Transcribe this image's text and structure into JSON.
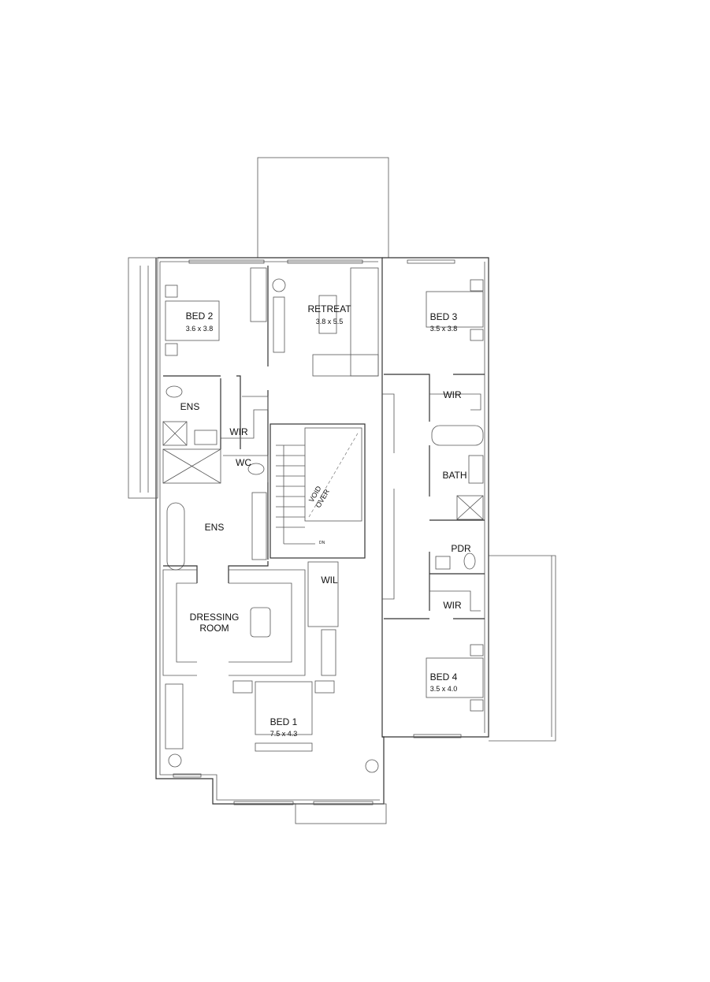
{
  "plan": {
    "rooms": [
      {
        "id": "bed2",
        "name": "BED 2",
        "size": "3.6 x 3.8"
      },
      {
        "id": "retreat",
        "name": "RETREAT",
        "size": "3.8 x 5.5"
      },
      {
        "id": "bed3",
        "name": "BED 3",
        "size": "3.5 x 3.8"
      },
      {
        "id": "bed4",
        "name": "BED 4",
        "size": "3.5 x 4.0"
      },
      {
        "id": "bed1",
        "name": "BED 1",
        "size": "7.5 x 4.3"
      }
    ],
    "labels": {
      "ens_small": "ENS",
      "wir_bed2": "WIR",
      "wc": "WC",
      "ens_main": "ENS",
      "wir_bed3": "WIR",
      "bath": "BATH",
      "pdr": "PDR",
      "wir_bed4": "WIR",
      "wil": "WIL",
      "dressing_1": "DRESSING",
      "dressing_2": "ROOM",
      "void_1": "VOID",
      "void_2": "OVER",
      "stair_dn": "DN"
    }
  }
}
